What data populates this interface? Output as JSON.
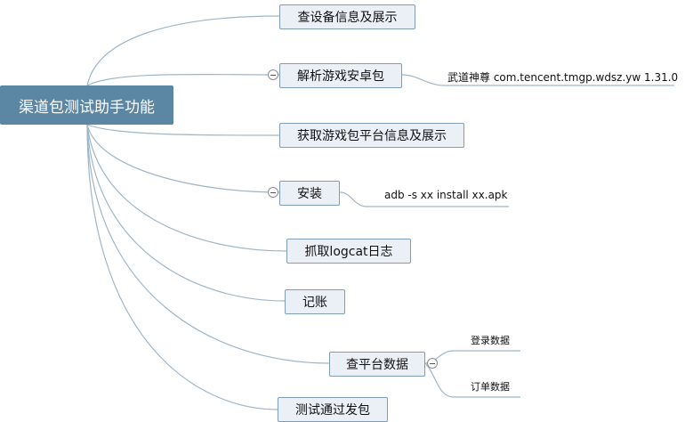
{
  "root": {
    "label": "渠道包测试助手功能"
  },
  "nodes": [
    {
      "label": "查设备信息及展示"
    },
    {
      "label": "解析游戏安卓包"
    },
    {
      "label": "获取游戏包平台信息及展示"
    },
    {
      "label": "安装"
    },
    {
      "label": "抓取logcat日志"
    },
    {
      "label": "记账"
    },
    {
      "label": "查平台数据"
    },
    {
      "label": "测试通过发包"
    }
  ],
  "details": {
    "parse_package": "武道神尊  com.tencent.tmgp.wdsz.yw  1.31.0",
    "install_cmd": "adb -s xx install xx.apk",
    "platform_data": [
      "登录数据",
      "订单数据"
    ]
  },
  "colors": {
    "root_fill": "#5b86a4",
    "node_fill": "#eaf0f6",
    "node_border": "#7f9db9",
    "connector": "#9fb6c9"
  }
}
